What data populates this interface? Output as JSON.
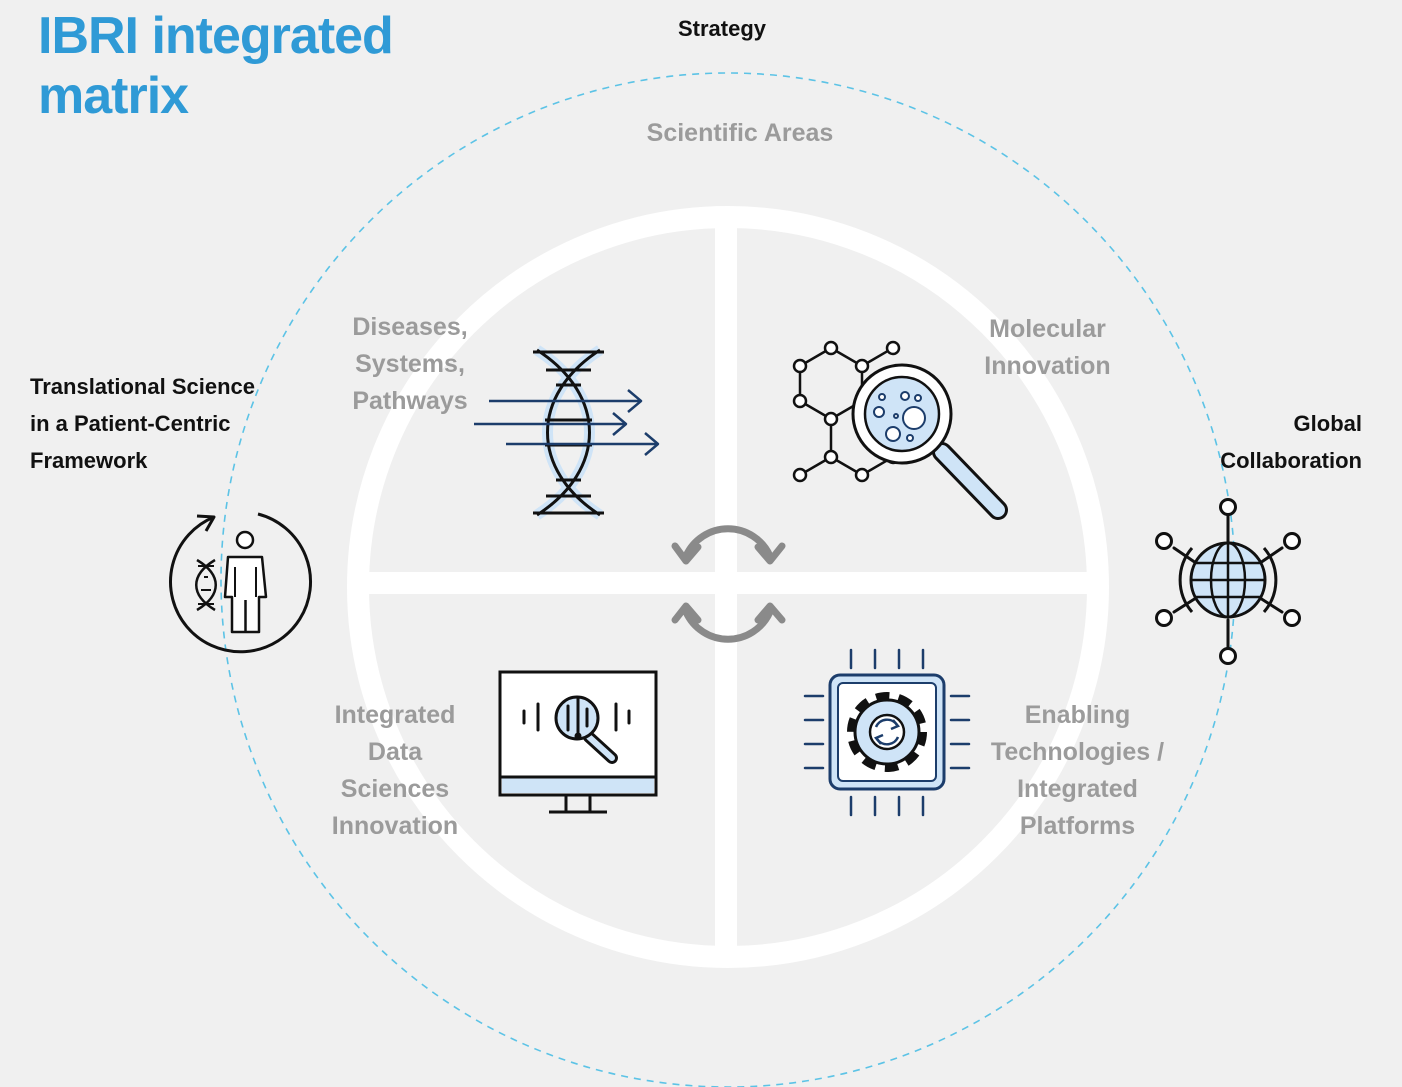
{
  "title": {
    "line1": "IBRI integrated",
    "line2": "matrix"
  },
  "outer_labels": {
    "strategy": "Strategy",
    "translational": {
      "line1": "Translational Science",
      "line2": "in a Patient-Centric",
      "line3": "Framework"
    },
    "global": {
      "line1": "Global",
      "line2": "Collaboration"
    }
  },
  "ring_label": "Scientific Areas",
  "quadrants": {
    "top_left": {
      "line1": "Diseases,",
      "line2": "Systems,",
      "line3": "Pathways"
    },
    "top_right": {
      "line1": "Molecular",
      "line2": "Innovation"
    },
    "bottom_left": {
      "line1": "Integrated",
      "line2": "Data",
      "line3": "Sciences",
      "line4": "Innovation"
    },
    "bottom_right": {
      "line1": "Enabling",
      "line2": "Technologies /",
      "line3": "Integrated",
      "line4": "Platforms"
    }
  },
  "icons": {
    "patient": "patient-dna-cycle-icon",
    "dna": "dna-helix-icon",
    "molecule": "molecule-magnifier-icon",
    "monitor": "data-monitor-icon",
    "chip": "chip-gear-icon",
    "globe": "globe-network-icon",
    "cycle": "cycle-arrows-icon"
  },
  "colors": {
    "title": "#2f9ad6",
    "dashed_circle": "#5cc3e6",
    "icon_fill": "#cfe4f7",
    "navy": "#1c3d6b",
    "grey_text": "#9b9b9b",
    "background": "#f0f0f0"
  }
}
